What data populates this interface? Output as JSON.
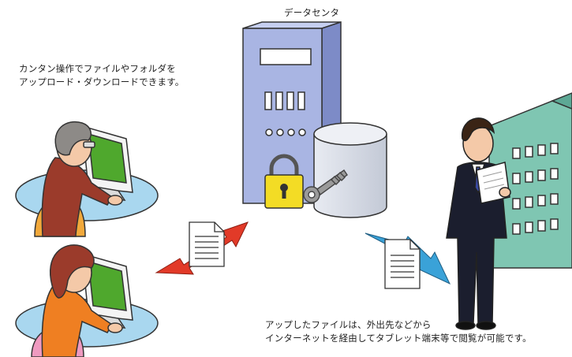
{
  "data_center": {
    "label": "データセンタ"
  },
  "upload_note": {
    "line1": "カンタン操作でファイルやフォルダを",
    "line2": "アップロード・ダウンロードできます。"
  },
  "view_note": {
    "line1": "アップしたファイルは、外出先などから",
    "line2": "インターネットを経由してタブレット端末等で閲覧が可能です。"
  },
  "colors": {
    "server": "#a9b5e3",
    "database": "#d6dbe6",
    "lock": "#f3dc25",
    "monitor_screen": "#4fa82d",
    "desk": "#a9d7ef",
    "building": "#7fc6b2",
    "arrow_red": "#e23a28",
    "arrow_blue": "#3aa2d8",
    "suit": "#1b1e2e"
  }
}
